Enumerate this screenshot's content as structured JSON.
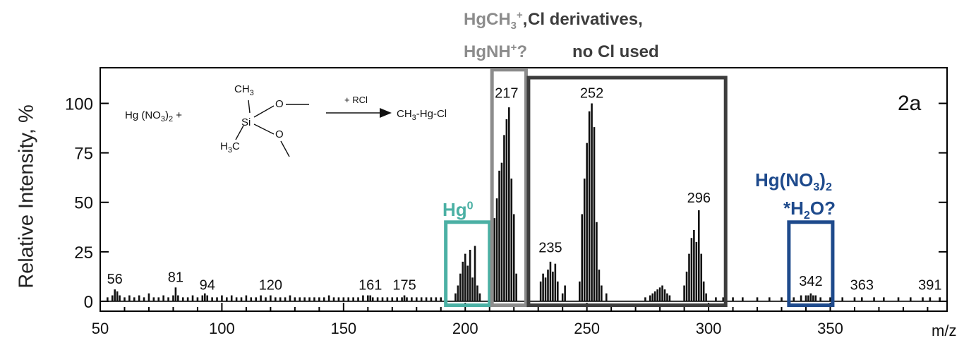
{
  "colors": {
    "axis": "#000000",
    "peak": "#111111",
    "box_hg0": "#4bb0a4",
    "box_ch3": "#8c8c8c",
    "box_cl": "#3d3d3d",
    "box_nitrate": "#1e4a8c",
    "anno_gray": "#8c8c8c",
    "anno_dark": "#3d3d3d",
    "anno_teal": "#4bb0a4",
    "anno_blue": "#1e4a8c"
  },
  "header": {
    "ch3_line1_a": "HgCH",
    "ch3_line1_sub": "3",
    "ch3_line1_sup": "+",
    "ch3_line1_comma": ",",
    "cl_line1": "Cl derivatives,",
    "ch3_line2_a": "HgNH",
    "ch3_line2_sup": "+",
    "ch3_line2_q": "?",
    "cl_line2": "no Cl used"
  },
  "annotations": {
    "hg0_base": "Hg",
    "hg0_sup": "0",
    "nitrate_l1_a": "Hg(NO",
    "nitrate_l1_sub": "3",
    "nitrate_l1_b": ")",
    "nitrate_l1_sub2": "2",
    "nitrate_l2_a": "*H",
    "nitrate_l2_sub": "2",
    "nitrate_l2_b": "O?"
  },
  "reaction": {
    "reactant1_a": "Hg (NO",
    "reactant1_sub": "3",
    "reactant1_b": ")",
    "reactant1_sub2": "2",
    "reactant1_plus": " +",
    "ch3_top": "CH",
    "ch3_top_sub": "3",
    "si": "Si",
    "h3c_a": "H",
    "h3c_sub": "3",
    "h3c_b": "C",
    "o_top": "O",
    "o_bottom": "O",
    "reagent": "+ RCl",
    "product_a": "CH",
    "product_sub": "3",
    "product_b": "-Hg-Cl"
  },
  "chart_data": {
    "type": "bar",
    "panel_label": "2a",
    "xlabel": "m/z",
    "ylabel": "Relative Intensity, %",
    "xlim": [
      50,
      398
    ],
    "ylim": [
      -5,
      118
    ],
    "xticks": [
      50,
      100,
      150,
      200,
      250,
      300,
      350
    ],
    "yticks": [
      0,
      25,
      50,
      75,
      100
    ],
    "peak_labels": [
      {
        "mz": 56,
        "text": "56",
        "y": 6
      },
      {
        "mz": 81,
        "text": "81",
        "y": 7
      },
      {
        "mz": 94,
        "text": "94",
        "y": 3
      },
      {
        "mz": 120,
        "text": "120",
        "y": 3
      },
      {
        "mz": 161,
        "text": "161",
        "y": 3
      },
      {
        "mz": 175,
        "text": "175",
        "y": 3
      },
      {
        "mz": 217,
        "text": "217",
        "y": 100
      },
      {
        "mz": 235,
        "text": "235",
        "y": 22
      },
      {
        "mz": 252,
        "text": "252",
        "y": 100
      },
      {
        "mz": 296,
        "text": "296",
        "y": 47
      },
      {
        "mz": 342,
        "text": "342",
        "y": 5
      },
      {
        "mz": 363,
        "text": "363",
        "y": 3
      },
      {
        "mz": 391,
        "text": "391",
        "y": 3
      }
    ],
    "peaks": [
      [
        53,
        2
      ],
      [
        55,
        3
      ],
      [
        56,
        6
      ],
      [
        57,
        5
      ],
      [
        58,
        3
      ],
      [
        60,
        2
      ],
      [
        62,
        3
      ],
      [
        64,
        2
      ],
      [
        66,
        3
      ],
      [
        68,
        2
      ],
      [
        70,
        4
      ],
      [
        72,
        2
      ],
      [
        74,
        2
      ],
      [
        76,
        3
      ],
      [
        78,
        2
      ],
      [
        80,
        3
      ],
      [
        81,
        7
      ],
      [
        82,
        3
      ],
      [
        84,
        2
      ],
      [
        86,
        2
      ],
      [
        88,
        3
      ],
      [
        90,
        2
      ],
      [
        92,
        3
      ],
      [
        93,
        4
      ],
      [
        94,
        3
      ],
      [
        96,
        2
      ],
      [
        98,
        2
      ],
      [
        100,
        3
      ],
      [
        102,
        2
      ],
      [
        104,
        3
      ],
      [
        106,
        2
      ],
      [
        108,
        2
      ],
      [
        110,
        3
      ],
      [
        112,
        2
      ],
      [
        114,
        2
      ],
      [
        116,
        3
      ],
      [
        118,
        2
      ],
      [
        120,
        3
      ],
      [
        122,
        2
      ],
      [
        124,
        2
      ],
      [
        126,
        2
      ],
      [
        128,
        3
      ],
      [
        130,
        2
      ],
      [
        132,
        2
      ],
      [
        134,
        2
      ],
      [
        136,
        2
      ],
      [
        138,
        2
      ],
      [
        140,
        2
      ],
      [
        142,
        2
      ],
      [
        144,
        3
      ],
      [
        146,
        2
      ],
      [
        148,
        2
      ],
      [
        150,
        2
      ],
      [
        152,
        2
      ],
      [
        154,
        2
      ],
      [
        156,
        2
      ],
      [
        158,
        3
      ],
      [
        160,
        3
      ],
      [
        161,
        3
      ],
      [
        162,
        2
      ],
      [
        164,
        2
      ],
      [
        166,
        2
      ],
      [
        168,
        2
      ],
      [
        170,
        2
      ],
      [
        172,
        2
      ],
      [
        174,
        2
      ],
      [
        175,
        3
      ],
      [
        176,
        2
      ],
      [
        178,
        2
      ],
      [
        180,
        2
      ],
      [
        182,
        2
      ],
      [
        184,
        2
      ],
      [
        186,
        2
      ],
      [
        188,
        2
      ],
      [
        190,
        2
      ],
      [
        196,
        4
      ],
      [
        197,
        8
      ],
      [
        198,
        14
      ],
      [
        199,
        20
      ],
      [
        200,
        24
      ],
      [
        201,
        18
      ],
      [
        202,
        26
      ],
      [
        203,
        12
      ],
      [
        204,
        28
      ],
      [
        205,
        8
      ],
      [
        206,
        4
      ],
      [
        212,
        42
      ],
      [
        213,
        52
      ],
      [
        214,
        66
      ],
      [
        215,
        70
      ],
      [
        216,
        84
      ],
      [
        217,
        92
      ],
      [
        218,
        98
      ],
      [
        219,
        62
      ],
      [
        220,
        44
      ],
      [
        221,
        14
      ],
      [
        231,
        10
      ],
      [
        232,
        14
      ],
      [
        233,
        12
      ],
      [
        234,
        16
      ],
      [
        235,
        20
      ],
      [
        236,
        15
      ],
      [
        237,
        19
      ],
      [
        238,
        10
      ],
      [
        240,
        4
      ],
      [
        241,
        8
      ],
      [
        247,
        10
      ],
      [
        248,
        44
      ],
      [
        249,
        62
      ],
      [
        250,
        80
      ],
      [
        251,
        96
      ],
      [
        252,
        100
      ],
      [
        253,
        88
      ],
      [
        254,
        40
      ],
      [
        255,
        16
      ],
      [
        256,
        8
      ],
      [
        258,
        4
      ],
      [
        274,
        2
      ],
      [
        276,
        3
      ],
      [
        277,
        4
      ],
      [
        278,
        5
      ],
      [
        279,
        6
      ],
      [
        280,
        7
      ],
      [
        281,
        8
      ],
      [
        282,
        6
      ],
      [
        283,
        4
      ],
      [
        284,
        3
      ],
      [
        290,
        8
      ],
      [
        291,
        15
      ],
      [
        292,
        24
      ],
      [
        293,
        32
      ],
      [
        294,
        36
      ],
      [
        295,
        30
      ],
      [
        296,
        46
      ],
      [
        297,
        24
      ],
      [
        298,
        10
      ],
      [
        299,
        4
      ],
      [
        303,
        2
      ],
      [
        306,
        2
      ],
      [
        310,
        2
      ],
      [
        314,
        2
      ],
      [
        320,
        2
      ],
      [
        325,
        2
      ],
      [
        330,
        2
      ],
      [
        335,
        2
      ],
      [
        338,
        3
      ],
      [
        340,
        3
      ],
      [
        341,
        3
      ],
      [
        342,
        4
      ],
      [
        343,
        3
      ],
      [
        344,
        3
      ],
      [
        346,
        2
      ],
      [
        350,
        2
      ],
      [
        355,
        2
      ],
      [
        360,
        2
      ],
      [
        363,
        2
      ],
      [
        368,
        2
      ],
      [
        372,
        2
      ],
      [
        378,
        2
      ],
      [
        383,
        2
      ],
      [
        388,
        2
      ],
      [
        391,
        2
      ],
      [
        395,
        2
      ]
    ],
    "highlight_boxes": [
      {
        "name": "hg0",
        "x": [
          192,
          210
        ],
        "y": [
          -2,
          40
        ]
      },
      {
        "name": "ch3",
        "x": [
          211,
          225
        ],
        "y": [
          -2,
          117
        ]
      },
      {
        "name": "cl",
        "x": [
          226,
          307
        ],
        "y": [
          -2,
          113
        ]
      },
      {
        "name": "nitrate",
        "x": [
          333,
          351
        ],
        "y": [
          -2,
          40
        ]
      }
    ]
  }
}
